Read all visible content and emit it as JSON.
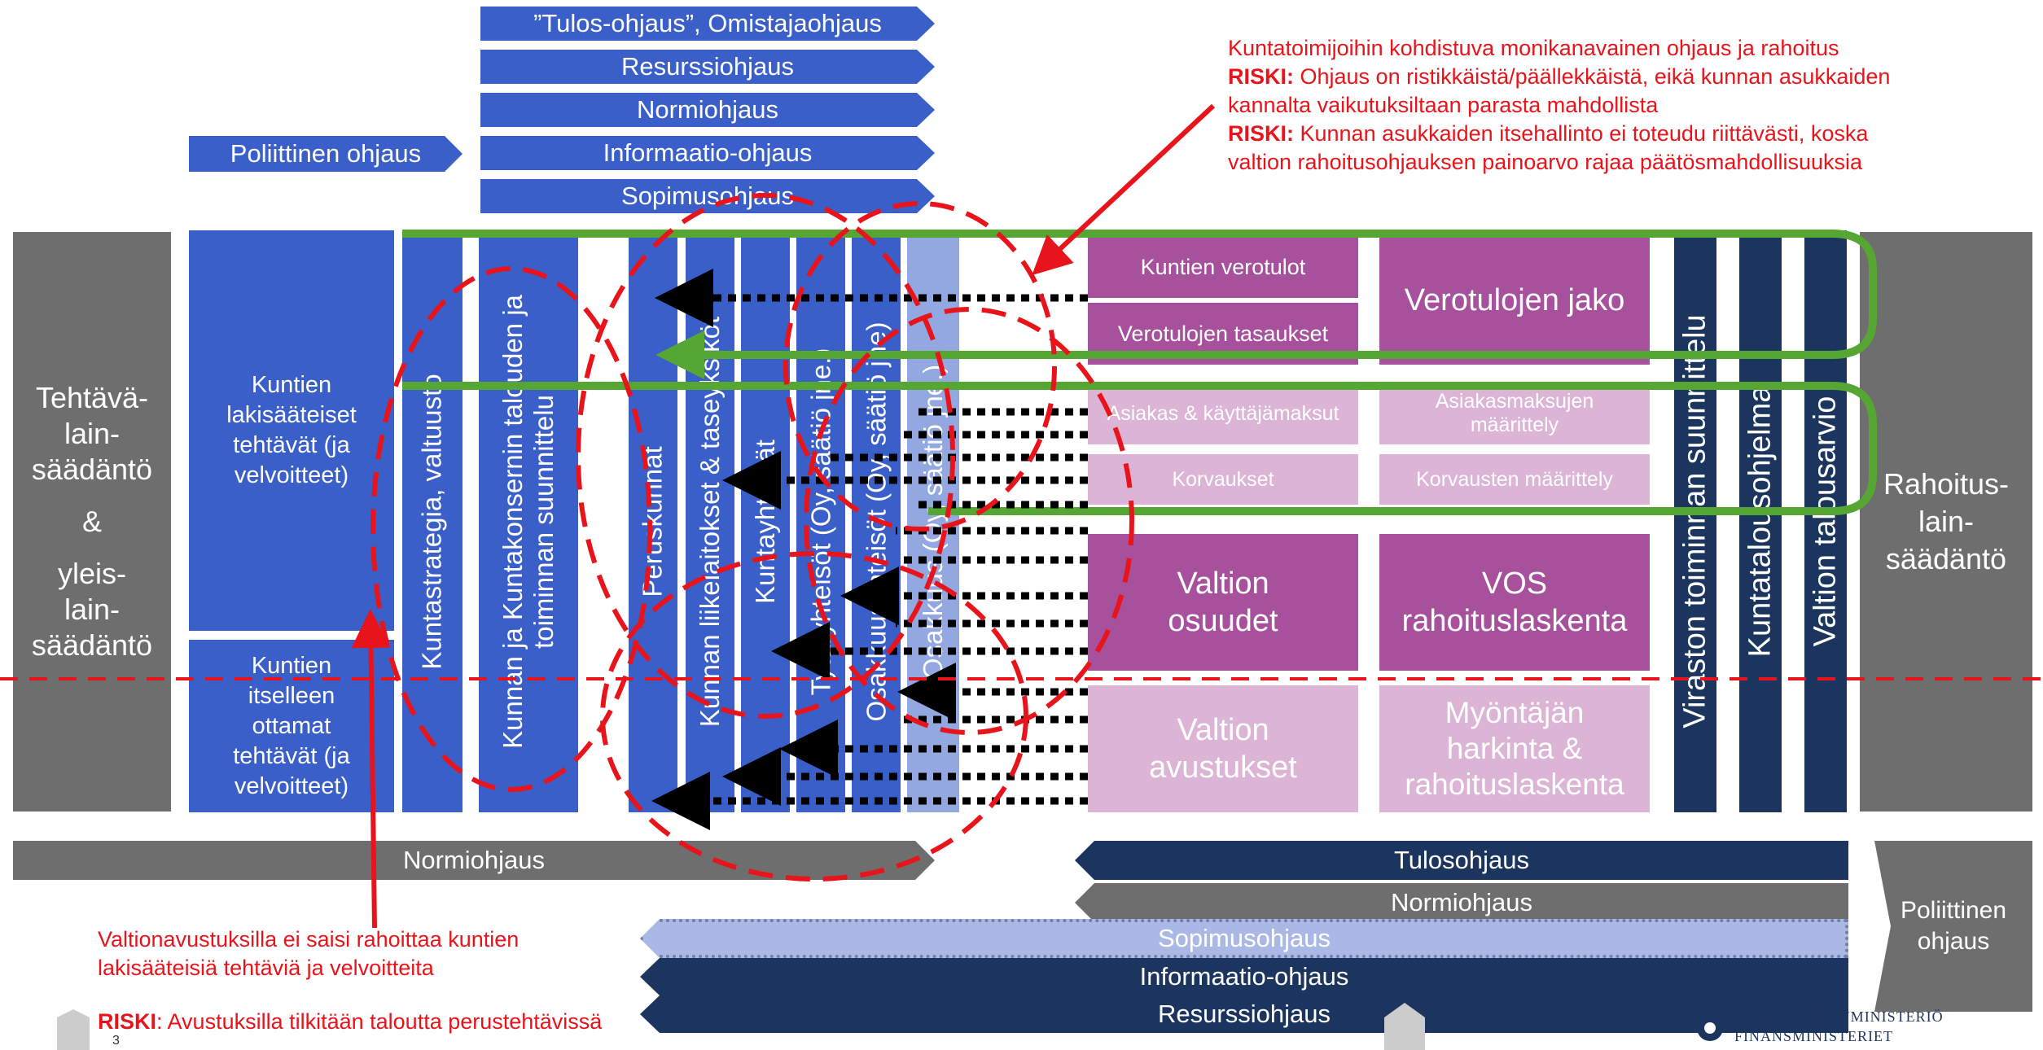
{
  "top_controls": [
    "”Tulos-ohjaus”, Omistajaohjaus",
    "Resurssiohjaus",
    "Normiohjaus",
    "Informaatio-ohjaus",
    "Sopimusohjaus"
  ],
  "poliittinen_left": "Poliittinen ohjaus",
  "risk_note_top": {
    "line1": "Kuntatoimijoihin kohdistuva monikanavainen ohjaus ja rahoitus",
    "risk1_label": "RISKI:",
    "risk1_text": " Ohjaus on ristikkäistä/päällekkäistä, eikä kunnan asukkaiden",
    "risk1_cont": "kannalta vaikutuksiltaan parasta mahdollista",
    "risk2_label": "RISKI:",
    "risk2_text": " Kunnan asukkaiden itsehallinto ei toteudu riittävästi, koska",
    "risk2_cont": "valtion rahoitusohjauksen painoarvo rajaa päätösmahdollisuuksia"
  },
  "left_block": {
    "l1": "Tehtävä-",
    "l2": "lain-",
    "l3": "säädäntö",
    "amp": "&",
    "l4": "yleis-",
    "l5": "lain-",
    "l6": "säädäntö"
  },
  "kunnat_statutory": {
    "l1": "Kuntien",
    "l2": "lakisääteiset",
    "l3": "tehtävät (ja",
    "l4": "velvoitteet)"
  },
  "kunnat_voluntary": {
    "l1": "Kuntien",
    "l2": "itselleen",
    "l3": "ottamat",
    "l4": "tehtävät (ja",
    "l5": "velvoitteet)"
  },
  "vertical_columns": {
    "kuntastrategia": "Kuntastrategia, valtuusto",
    "suunnittelu_l1": "Kunnan ja Kuntakonsernin talouden ja",
    "suunnittelu_l2": "toiminnan suunnittelu",
    "peruskunnat": "Peruskunnat",
    "liikelaitokset": "Kunnan liikelaitokset & taseyksiköt",
    "kuntayhtymat": "Kuntayhtymät",
    "tytaryhteisot": "Tytäryhteisöt (Oy, säätiö jne.)",
    "osakkuusyhteisot": "Osakkuusyhteisöt (Oy, säätiö jne)",
    "osakkuus_light": "Osakkuus (Oy, säätiö jne.)"
  },
  "finance_sources": [
    "Kuntien verotulot",
    "Verotulojen tasaukset",
    "Asiakas & käyttäjämaksut",
    "Korvaukset",
    "Valtion osuudet",
    "Valtion avustukset"
  ],
  "finance_mechanisms": [
    "Verotulojen jako",
    "Asiakasmaksujen määrittely",
    "Korvausten määrittely",
    "VOS rahoituslaskenta",
    "Myöntäjän harkinta & rahoituslaskenta"
  ],
  "navy_columns": [
    "Viraston toiminnan suunnittelu",
    "Kuntatalousohjelma",
    "Valtion talousarvio"
  ],
  "right_block": {
    "l1": "Rahoitus-",
    "l2": "lain-",
    "l3": "säädäntö"
  },
  "bottom_left_bar": "Normiohjaus",
  "bottom_bars": [
    "Tulosohjaus",
    "Normiohjaus",
    "Sopimusohjaus",
    "Informaatio-ohjaus",
    "Resurssiohjaus"
  ],
  "poliittinen_right": {
    "l1": "Poliittinen",
    "l2": "ohjaus"
  },
  "note_bottom": {
    "l1": "Valtionavustuksilla ei saisi rahoittaa kuntien",
    "l2": "lakisääteisiä tehtäviä ja velvoitteita"
  },
  "risk_bottom": {
    "label": "RISKI",
    "text": ": Avustuksilla tilkitään taloutta perustehtävissä"
  },
  "page_number": "3",
  "logo": {
    "l1": "VALTIOVARAINMINISTERIÖ",
    "l2": "FINANSMINISTERIET"
  },
  "colors": {
    "blue": "#3a5fc8",
    "grey": "#6e6e6e",
    "navy": "#1c355e",
    "magenta": "#a7509c",
    "pink": "#dbb4d6",
    "red": "#e8141b",
    "green": "#55a633",
    "light_blue": "#93a7e0"
  }
}
